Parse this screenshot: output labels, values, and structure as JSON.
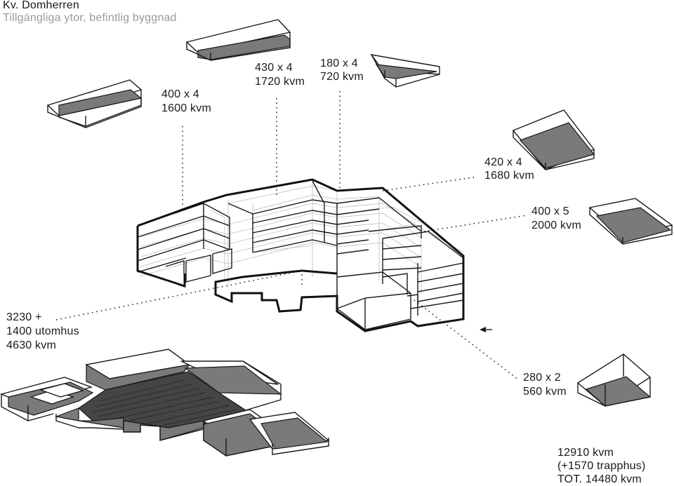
{
  "header": {
    "title": "Kv. Domherren",
    "subtitle": "Tillgängliga ytor, befintlig byggnad"
  },
  "labels": {
    "a": {
      "line1": "400 x 4",
      "line2": "1600 kvm"
    },
    "b": {
      "line1": "430 x 4",
      "line2": "1720 kvm"
    },
    "c": {
      "line1": "180 x 4",
      "line2": "720 kvm"
    },
    "d": {
      "line1": "420 x 4",
      "line2": "1680 kvm"
    },
    "e": {
      "line1": "400 x 5",
      "line2": "2000 kvm"
    },
    "f": {
      "line1": "3230 +",
      "line2": "1400 utomhus",
      "line3": "4630 kvm"
    },
    "g": {
      "line1": "280 x 2",
      "line2": "560 kvm"
    }
  },
  "total": {
    "line1": "12910 kvm",
    "line2": "(+1570 trapphus)",
    "line3": "TOT. 14480 kvm"
  },
  "colors": {
    "ink": "#1a1a1a",
    "floor_gray": "#7a7a7a",
    "courtyard_dark": "#454545",
    "subtitle": "#9a9a9a"
  }
}
